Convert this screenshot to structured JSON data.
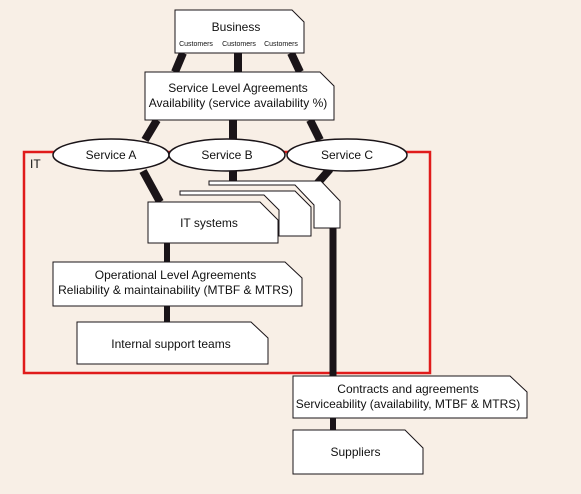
{
  "business": {
    "title": "Business",
    "customers": [
      "Customers",
      "Customers",
      "Customers"
    ]
  },
  "sla": {
    "line1": "Service Level Agreements",
    "line2": "Availability (service availability %)"
  },
  "services": [
    "Service A",
    "Service B",
    "Service C"
  ],
  "it_label": "IT",
  "it_systems": "IT systems",
  "ola": {
    "line1": "Operational Level Agreements",
    "line2": "Reliability & maintainability (MTBF & MTRS)"
  },
  "internal_teams": "Internal support teams",
  "contracts": {
    "line1": "Contracts and agreements",
    "line2": "Serviceability (availability, MTBF & MTRS)"
  },
  "suppliers": "Suppliers",
  "colors": {
    "boundary": "#e01b1b",
    "connector": "#1a1418",
    "box_fill": "#ffffff",
    "background": "#f8efe6"
  }
}
